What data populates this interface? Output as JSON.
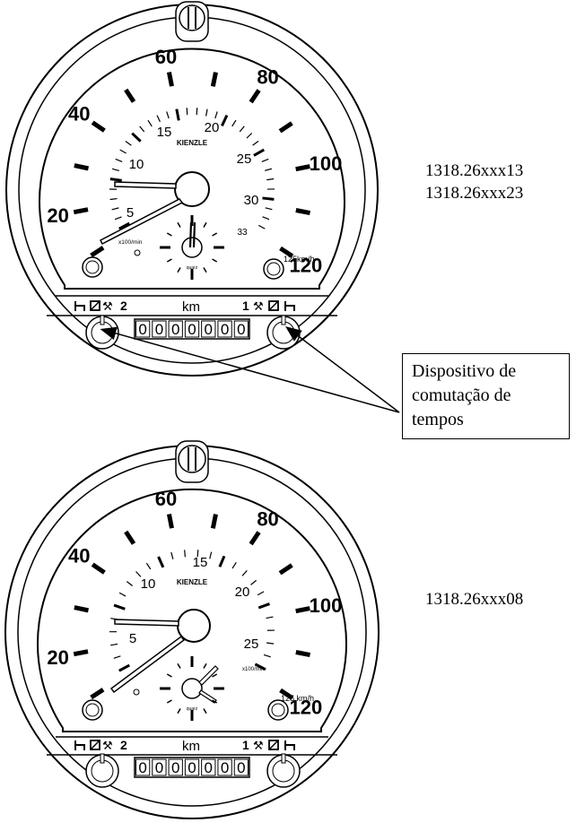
{
  "gauges": [
    {
      "brand": "KIENZLE",
      "speed_labels": [
        "20",
        "40",
        "60",
        "80",
        "100",
        "120"
      ],
      "rpm_labels": [
        "5",
        "10",
        "15",
        "20",
        "25",
        "30",
        "33"
      ],
      "rpm_unit": "x100/min",
      "max_speed": "125km/h",
      "clock_label": "quarz",
      "km_label": "km",
      "odometer": "0000000",
      "driver1_label": "1",
      "driver2_label": "2"
    },
    {
      "brand": "KIENZLE",
      "speed_labels": [
        "20",
        "40",
        "60",
        "80",
        "100",
        "120"
      ],
      "rpm_labels": [
        "5",
        "10",
        "15",
        "20",
        "25"
      ],
      "rpm_unit": "x100/min",
      "max_speed": "125 km/h",
      "clock_label": "quarz",
      "km_label": "km",
      "odometer": "0000000",
      "driver1_label": "1",
      "driver2_label": "2"
    }
  ],
  "models_top": [
    "1318.26xxx13",
    "1318.26xxx23"
  ],
  "models_bottom": [
    "1318.26xxx08"
  ],
  "callout": {
    "lines": [
      "Dispositivo de",
      "comutação de",
      "tempos"
    ]
  }
}
